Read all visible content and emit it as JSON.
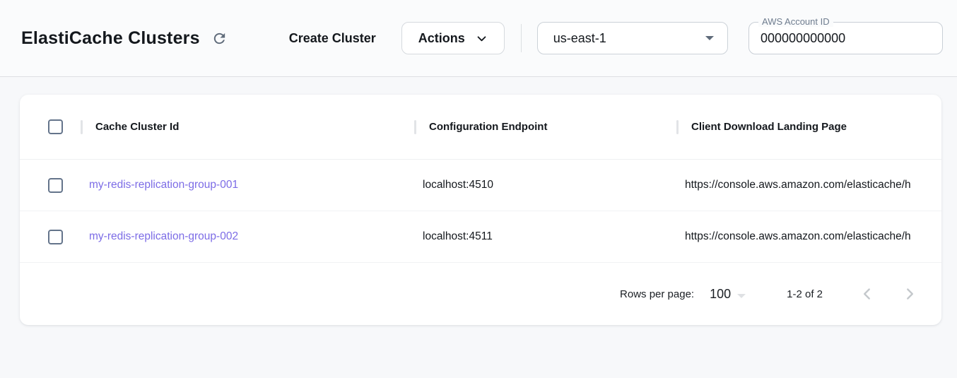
{
  "header": {
    "title": "ElastiCache Clusters",
    "create_cluster_label": "Create Cluster",
    "actions_label": "Actions",
    "region_selected": "us-east-1",
    "account_label": "AWS Account ID",
    "account_value": "000000000000"
  },
  "table": {
    "columns": [
      "Cache Cluster Id",
      "Configuration Endpoint",
      "Client Download Landing Page"
    ],
    "rows": [
      {
        "cache_cluster_id": "my-redis-replication-group-001",
        "configuration_endpoint": "localhost:4510",
        "client_download_landing_page": "https://console.aws.amazon.com/elasticache/h"
      },
      {
        "cache_cluster_id": "my-redis-replication-group-002",
        "configuration_endpoint": "localhost:4511",
        "client_download_landing_page": "https://console.aws.amazon.com/elasticache/h"
      }
    ],
    "pagination": {
      "rows_per_page_label": "Rows per page:",
      "rows_per_page_value": "100",
      "range_label": "1-2 of 2"
    }
  },
  "colors": {
    "link": "#7c6ce6",
    "checkbox_border": "#64748b",
    "icon_gray": "#5f6b7a",
    "disabled_icon": "#c4c8cc"
  }
}
